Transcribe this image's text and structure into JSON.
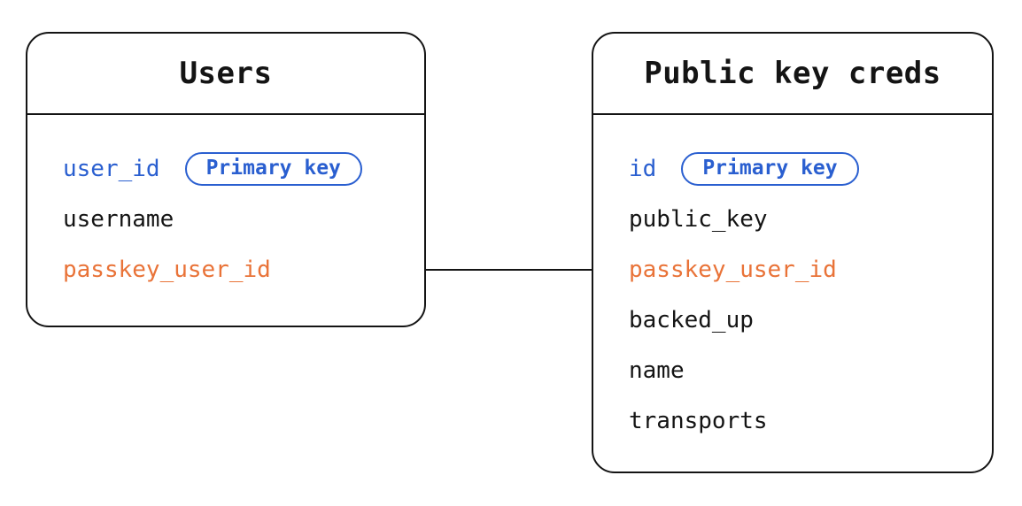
{
  "tables": [
    {
      "name": "Users",
      "fields": [
        {
          "label": "user_id",
          "role": "primary-key",
          "badge": "Primary key"
        },
        {
          "label": "username",
          "role": "regular"
        },
        {
          "label": "passkey_user_id",
          "role": "foreign-key"
        }
      ]
    },
    {
      "name": "Public key creds",
      "fields": [
        {
          "label": "id",
          "role": "primary-key",
          "badge": "Primary key"
        },
        {
          "label": "public_key",
          "role": "regular"
        },
        {
          "label": "passkey_user_id",
          "role": "foreign-key"
        },
        {
          "label": "backed_up",
          "role": "regular"
        },
        {
          "label": "name",
          "role": "regular"
        },
        {
          "label": "transports",
          "role": "regular"
        }
      ]
    }
  ],
  "relation": {
    "from_table": "Users",
    "from_field": "passkey_user_id",
    "to_table": "Public key creds",
    "to_field": "passkey_user_id"
  },
  "colors": {
    "primary_key_blue": "#2a5fd0",
    "foreign_key_orange": "#e97338",
    "line_black": "#141414",
    "background": "#ffffff"
  }
}
